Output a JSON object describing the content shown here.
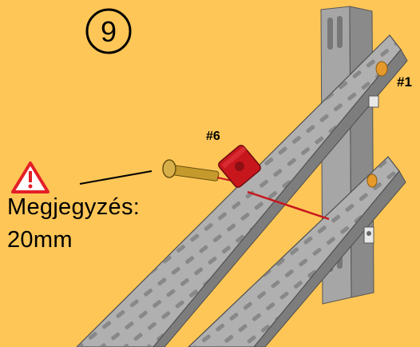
{
  "step": {
    "number": "9"
  },
  "parts": {
    "rail_label": "#1",
    "nut_label": "#6"
  },
  "note": {
    "title": "Megjegyzés:",
    "value": "20mm",
    "icon": "warning-triangle-icon"
  },
  "colors": {
    "background": "#fdc657",
    "rail": "#9c9c9c",
    "rail_dark": "#6f6f6f",
    "nut": "#c8161d",
    "bolt": "#c49a2c",
    "guide_line": "#c8161d",
    "warning": "#e41f26"
  }
}
